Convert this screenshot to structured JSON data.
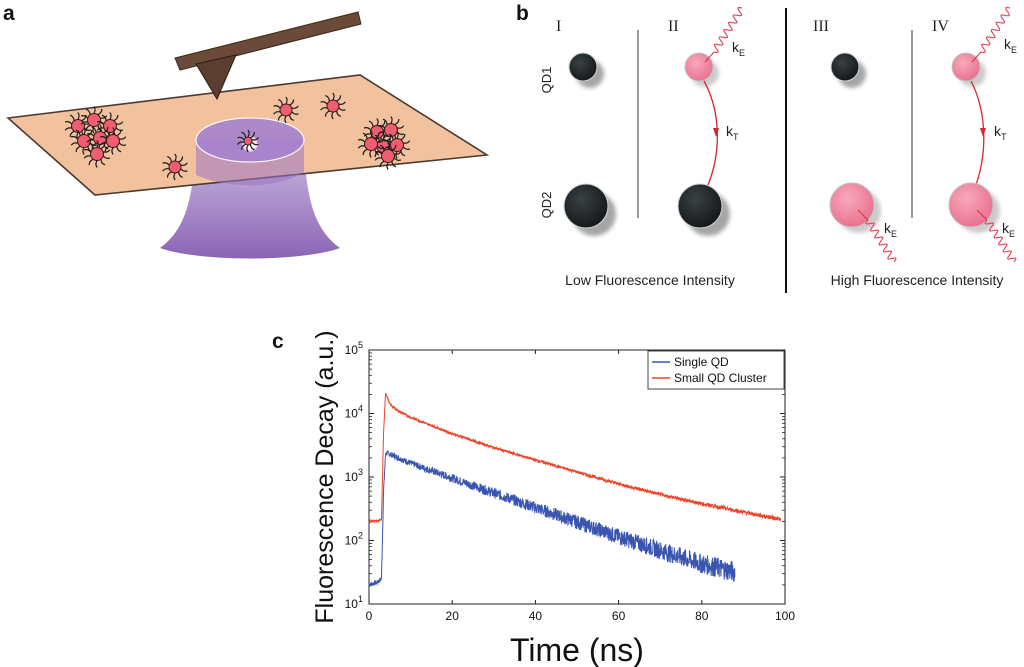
{
  "panels": {
    "a": {
      "letter": "a"
    },
    "b": {
      "letter": "b",
      "columns": [
        "I",
        "II",
        "III",
        "IV"
      ],
      "row_labels": [
        "QD1",
        "QD2"
      ],
      "rate_emission": "k",
      "rate_emission_sub": "E",
      "rate_transfer": "k",
      "rate_transfer_sub": "T",
      "captions": [
        "Low Fluorescence Intensity",
        "High Fluorescence Intensity"
      ]
    },
    "c": {
      "letter": "c"
    }
  },
  "colors": {
    "single": "#3a55b0",
    "cluster": "#e8452c",
    "qd_dark": "#1f2426",
    "qd_pink": "#f2859f",
    "film": "#f2c29e",
    "beam": "#7b4fa8",
    "cantilever": "#6b4a3a"
  },
  "chart_data": {
    "type": "line",
    "title": "",
    "xlabel": "Time (ns)",
    "ylabel": "Fluorescence Decay (a.u.)",
    "xlim": [
      0,
      100
    ],
    "ylim": [
      10,
      100000
    ],
    "yscale": "log",
    "xticks": [
      "0",
      "20",
      "40",
      "60",
      "80",
      "100"
    ],
    "yticks": [
      {
        "base": "10",
        "exp": "1"
      },
      {
        "base": "10",
        "exp": "2"
      },
      {
        "base": "10",
        "exp": "3"
      },
      {
        "base": "10",
        "exp": "4"
      },
      {
        "base": "10",
        "exp": "5"
      }
    ],
    "legend_position": "top-right",
    "series": [
      {
        "name": "Single QD",
        "color": "#3a55b0",
        "x": [
          0,
          2,
          3,
          3.5,
          4,
          5,
          10,
          20,
          30,
          40,
          50,
          60,
          70,
          80,
          88
        ],
        "y": [
          20,
          22,
          25,
          600,
          2400,
          2300,
          1650,
          960,
          560,
          330,
          195,
          115,
          70,
          43,
          32
        ]
      },
      {
        "name": "Small QD Cluster",
        "color": "#e8452c",
        "x": [
          0,
          2,
          3,
          3.5,
          4,
          5,
          7,
          10,
          20,
          30,
          40,
          50,
          60,
          70,
          80,
          90,
          99
        ],
        "y": [
          200,
          205,
          210,
          5000,
          21500,
          14000,
          11000,
          8700,
          4800,
          2900,
          1850,
          1200,
          780,
          530,
          380,
          280,
          215
        ]
      }
    ]
  }
}
